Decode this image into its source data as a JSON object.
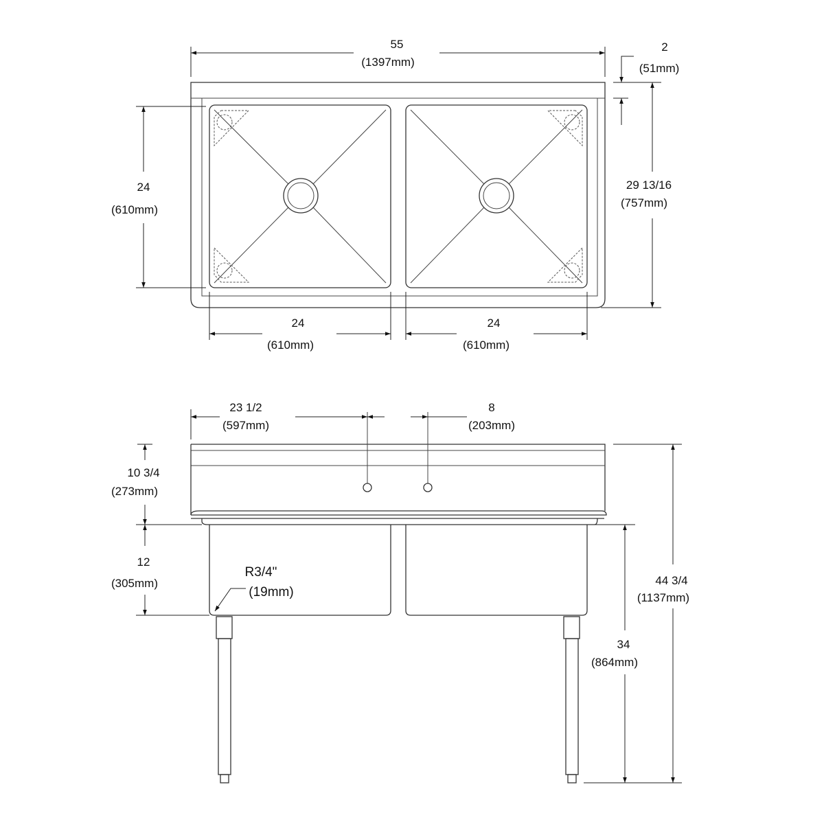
{
  "plan_view": {
    "overall_width": {
      "value": "55",
      "metric": "(1397mm)"
    },
    "backsplash_depth": {
      "value": "2",
      "metric": "(51mm)"
    },
    "bowl_depth_front_to_back": {
      "value": "24",
      "metric": "(610mm)"
    },
    "overall_depth": {
      "value": "29 13/16",
      "metric": "(757mm)"
    },
    "left_bowl_width": {
      "value": "24",
      "metric": "(610mm)"
    },
    "right_bowl_width": {
      "value": "24",
      "metric": "(610mm)"
    }
  },
  "front_view": {
    "faucet_offset": {
      "value": "23 1/2",
      "metric": "(597mm)"
    },
    "faucet_spacing": {
      "value": "8",
      "metric": "(203mm)"
    },
    "backsplash_height": {
      "value": "10 3/4",
      "metric": "(273mm)"
    },
    "bowl_depth": {
      "value": "12",
      "metric": "(305mm)"
    },
    "corner_radius": {
      "value": "R3/4\"",
      "metric": "(19mm)"
    },
    "rim_height": {
      "value": "34",
      "metric": "(864mm)"
    },
    "overall_height": {
      "value": "44 3/4",
      "metric": "(1137mm)"
    }
  },
  "colors": {
    "line": "#333333",
    "background": "#ffffff"
  }
}
